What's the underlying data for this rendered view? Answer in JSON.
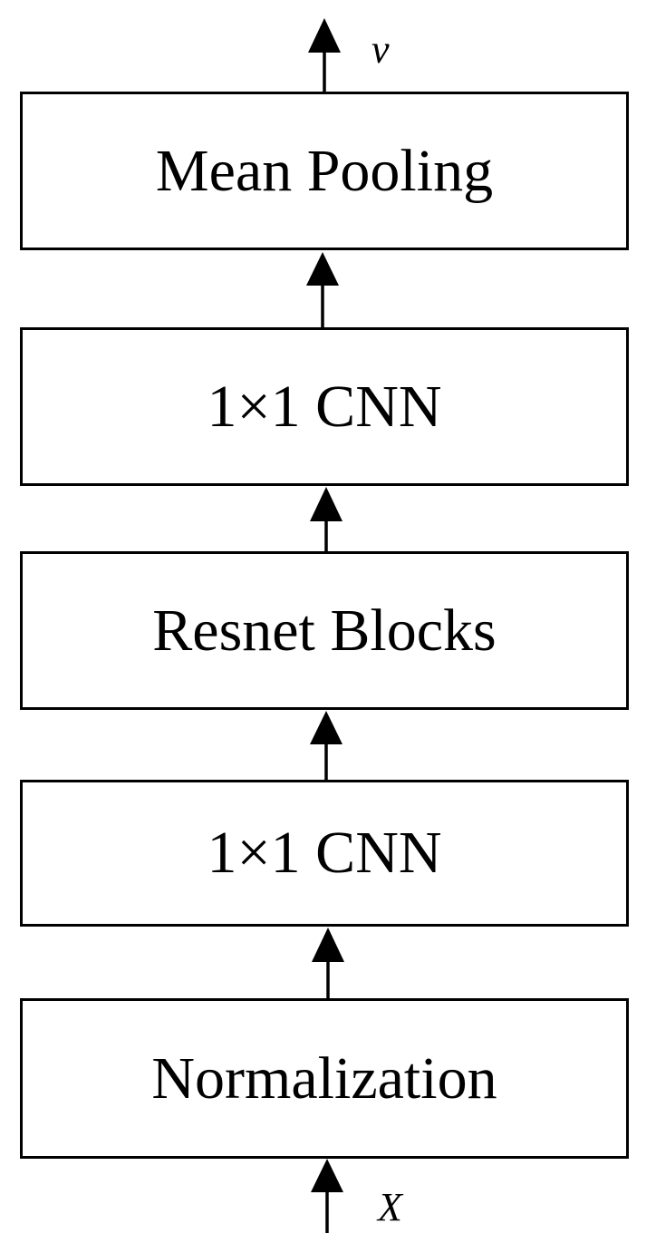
{
  "diagram": {
    "output_variable": "v",
    "input_variable": "X",
    "blocks": [
      {
        "label": "Mean Pooling"
      },
      {
        "label": "1×1 CNN"
      },
      {
        "label": "Resnet Blocks"
      },
      {
        "label": "1×1 CNN"
      },
      {
        "label": "Normalization"
      }
    ]
  }
}
